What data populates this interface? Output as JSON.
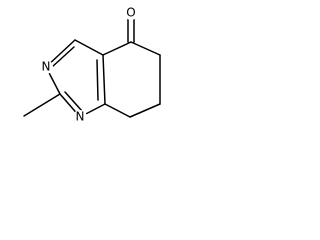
{
  "structure": {
    "atoms": {
      "oxygen": "O",
      "nitrogen_upper": "N",
      "nitrogen_lower": "N"
    }
  },
  "colors": {
    "line": "#000000",
    "background": "#ffffff"
  }
}
